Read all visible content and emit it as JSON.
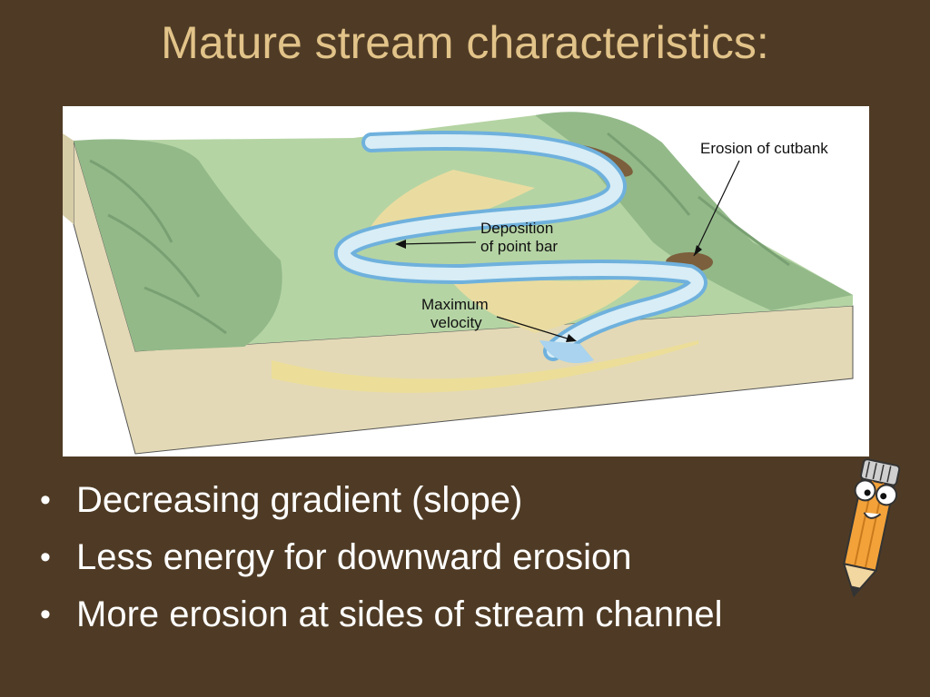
{
  "slide": {
    "title": "Mature stream characteristics:"
  },
  "diagram": {
    "labels": {
      "erosion_cutbank": "Erosion of cutbank",
      "deposition_line1": "Deposition",
      "deposition_line2": "of point bar",
      "velocity_line1": "Maximum",
      "velocity_line2": "velocity"
    },
    "colors": {
      "floodplain": "#b4d3a3",
      "hills": "#93b98a",
      "water": "#d6ecf5",
      "water_edge": "#6fb1dd",
      "point_bar": "#eadca0",
      "soil": "#e0d7b4",
      "cutbank": "#7c5f3c"
    }
  },
  "bullets": [
    "Decreasing gradient (slope)",
    "Less energy for downward erosion",
    "More erosion at sides of stream channel"
  ],
  "mascot": {
    "icon": "pencil-character-icon"
  }
}
